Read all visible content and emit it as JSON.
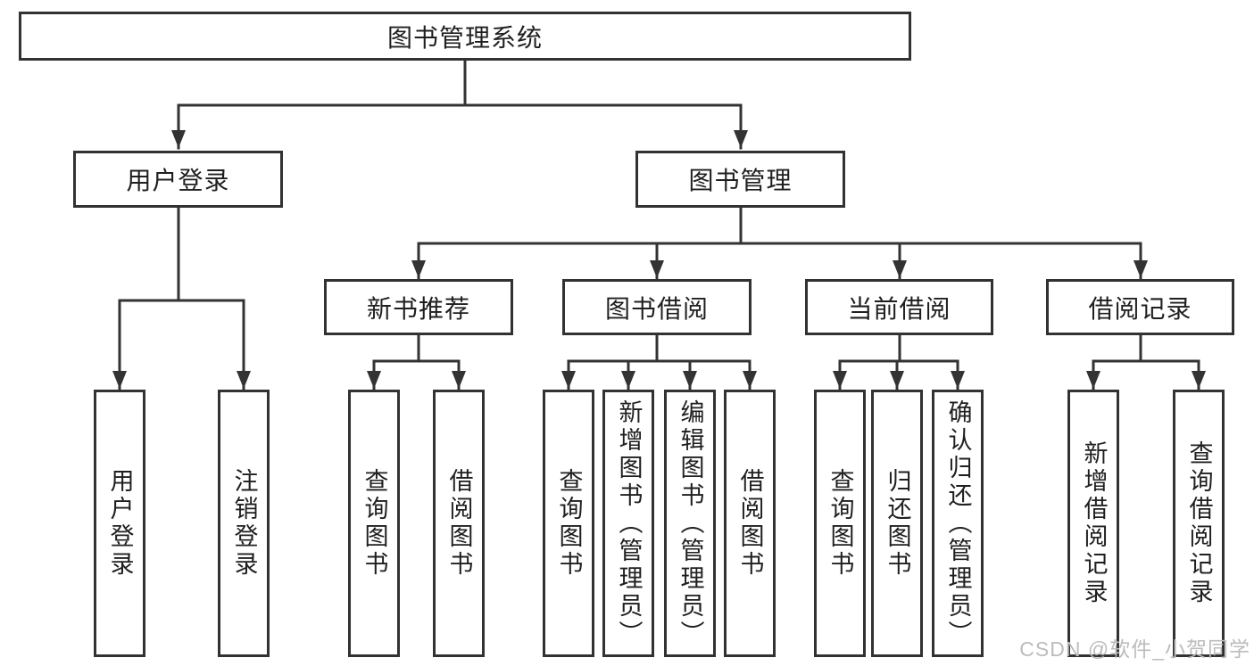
{
  "tree": {
    "label": "图书管理系统",
    "children": [
      {
        "label": "用户登录",
        "children": [
          {
            "label": "用户登录"
          },
          {
            "label": "注销登录"
          }
        ]
      },
      {
        "label": "图书管理",
        "children": [
          {
            "label": "新书推荐",
            "children": [
              {
                "label": "查询图书"
              },
              {
                "label": "借阅图书"
              }
            ]
          },
          {
            "label": "图书借阅",
            "children": [
              {
                "label": "查询图书"
              },
              {
                "label": "新增图书（管理员）"
              },
              {
                "label": "编辑图书（管理员）"
              },
              {
                "label": "借阅图书"
              }
            ]
          },
          {
            "label": "当前借阅",
            "children": [
              {
                "label": "查询图书"
              },
              {
                "label": "归还图书"
              },
              {
                "label": "确认归还（管理员）"
              }
            ]
          },
          {
            "label": "借阅记录",
            "children": [
              {
                "label": "新增借阅记录"
              },
              {
                "label": "查询借阅记录"
              }
            ]
          }
        ]
      }
    ]
  },
  "watermark": "CSDN @软件_小贺同学",
  "colors": {
    "line": "#333333",
    "box_border": "#323232",
    "text": "#1f1f1f",
    "watermark": "#bbbcbe",
    "background": "#ffffff"
  }
}
